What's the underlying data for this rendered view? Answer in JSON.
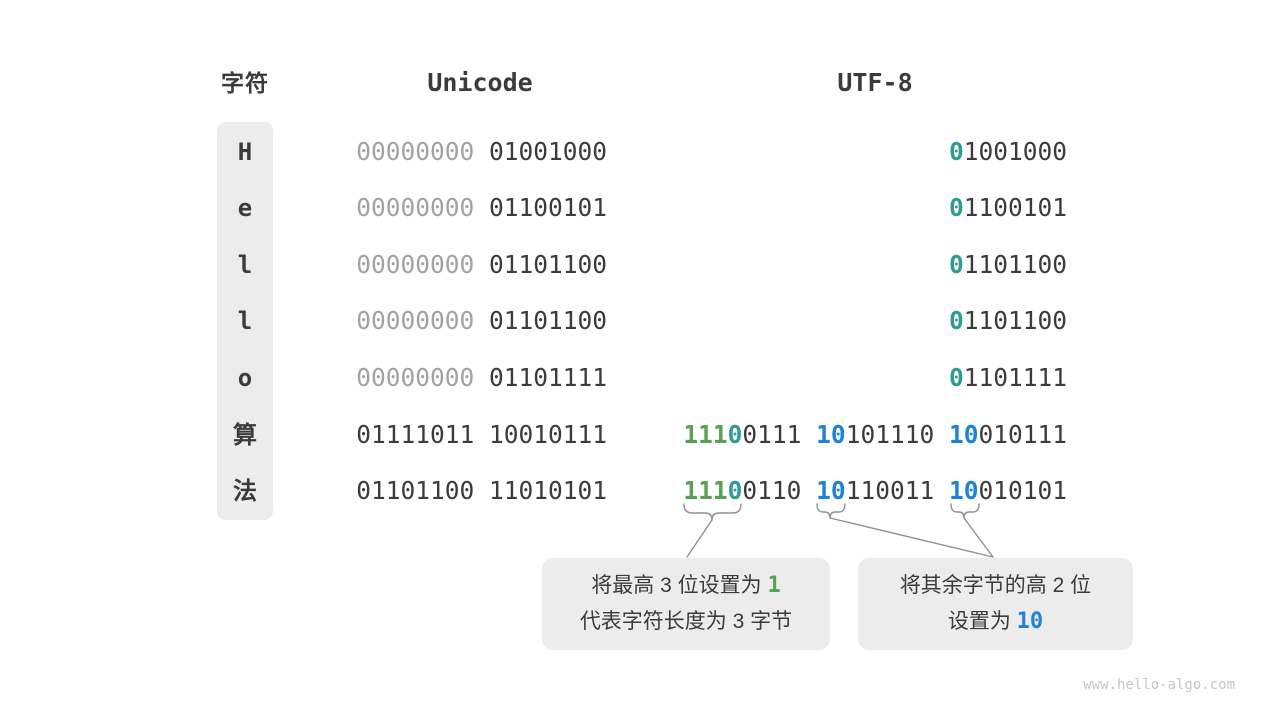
{
  "header": {
    "char": "字符",
    "unicode": "Unicode",
    "utf8": "UTF-8"
  },
  "rows": [
    {
      "char": "H",
      "u_gray": "00000000",
      "u_dark": "01001000",
      "t_teal": "0",
      "t_dark": "1001000"
    },
    {
      "char": "e",
      "u_gray": "00000000",
      "u_dark": "01100101",
      "t_teal": "0",
      "t_dark": "1100101"
    },
    {
      "char": "l",
      "u_gray": "00000000",
      "u_dark": "01101100",
      "t_teal": "0",
      "t_dark": "1101100"
    },
    {
      "char": "l",
      "u_gray": "00000000",
      "u_dark": "01101100",
      "t_teal": "0",
      "t_dark": "1101100"
    },
    {
      "char": "o",
      "u_gray": "00000000",
      "u_dark": "01101111",
      "t_teal": "0",
      "t_dark": "1101111"
    },
    {
      "char": "算",
      "u_dark": "01111011 10010111",
      "b1_green": "111",
      "b1_teal": "0",
      "b1_dark": "0111",
      "b2_blue": "10",
      "b2_dark": "101110",
      "b3_blue": "10",
      "b3_dark": "010111"
    },
    {
      "char": "法",
      "u_dark": "01101100 11010101",
      "b1_green": "111",
      "b1_teal": "0",
      "b1_dark": "0110",
      "b2_blue": "10",
      "b2_dark": "110011",
      "b3_blue": "10",
      "b3_dark": "010101"
    }
  ],
  "annotations": {
    "left": {
      "line1_prefix": "将最高 3 位设置为",
      "line1_value": "1",
      "line2": "代表字符长度为 3 字节"
    },
    "right": {
      "line1": "将其余字节的高 2 位",
      "line2_prefix": "设置为",
      "line2_value": "10"
    }
  },
  "watermark": "www.hello-algo.com",
  "colors": {
    "dark": "#3b3b3b",
    "gray_bits": "#a2a2a2",
    "green": "#5aa052",
    "teal": "#2f9c94",
    "blue": "#1e82d6",
    "box_bg": "#ececec",
    "strip_bg": "#ececec",
    "connector": "#909090",
    "watermark": "#c6c6c6"
  }
}
